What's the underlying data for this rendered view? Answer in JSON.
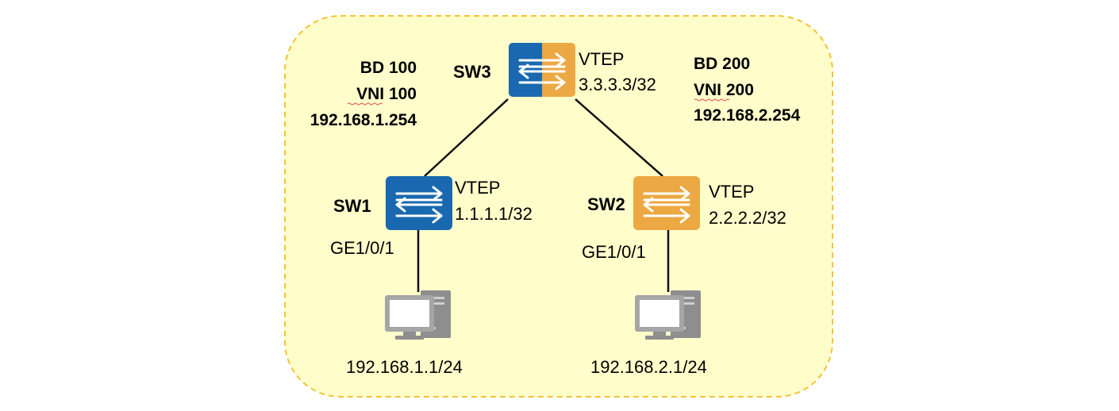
{
  "colors": {
    "background": "#fffecb",
    "border": "#f4c430",
    "switch_blue": "#1a68b0",
    "switch_orange": "#eca842",
    "highlight_red": "#c00000",
    "pc_gray": "#9a9a9a",
    "link": "#111111"
  },
  "switches": {
    "sw3": {
      "name": "SW3",
      "vtep": "VTEP",
      "ip": "3.3.3.3/32",
      "style": "split-blue-orange",
      "icon": "switch-icon"
    },
    "sw1": {
      "name": "SW1",
      "vtep": "VTEP",
      "ip": "1.1.1.1/32",
      "style": "blue",
      "icon": "switch-icon",
      "port": "GE1/0/1"
    },
    "sw2": {
      "name": "SW2",
      "vtep": "VTEP",
      "ip": "2.2.2.2/32",
      "style": "orange",
      "icon": "switch-icon",
      "port": "GE1/0/1"
    }
  },
  "bd_left": {
    "bd": "BD 100",
    "vni": "VNI 100",
    "gateway": "192.168.1.254"
  },
  "bd_right": {
    "bd": "BD 200",
    "vni": "VNI 200",
    "gateway": "192.168.2.254"
  },
  "hosts": {
    "pc1": {
      "ip": "192.168.1.1/24",
      "icon": "pc-icon"
    },
    "pc2": {
      "ip": "192.168.2.1/24",
      "icon": "pc-icon"
    }
  },
  "links": [
    {
      "from": "SW3",
      "to": "SW1"
    },
    {
      "from": "SW3",
      "to": "SW2"
    },
    {
      "from": "SW1",
      "to": "PC1"
    },
    {
      "from": "SW2",
      "to": "PC2"
    }
  ]
}
